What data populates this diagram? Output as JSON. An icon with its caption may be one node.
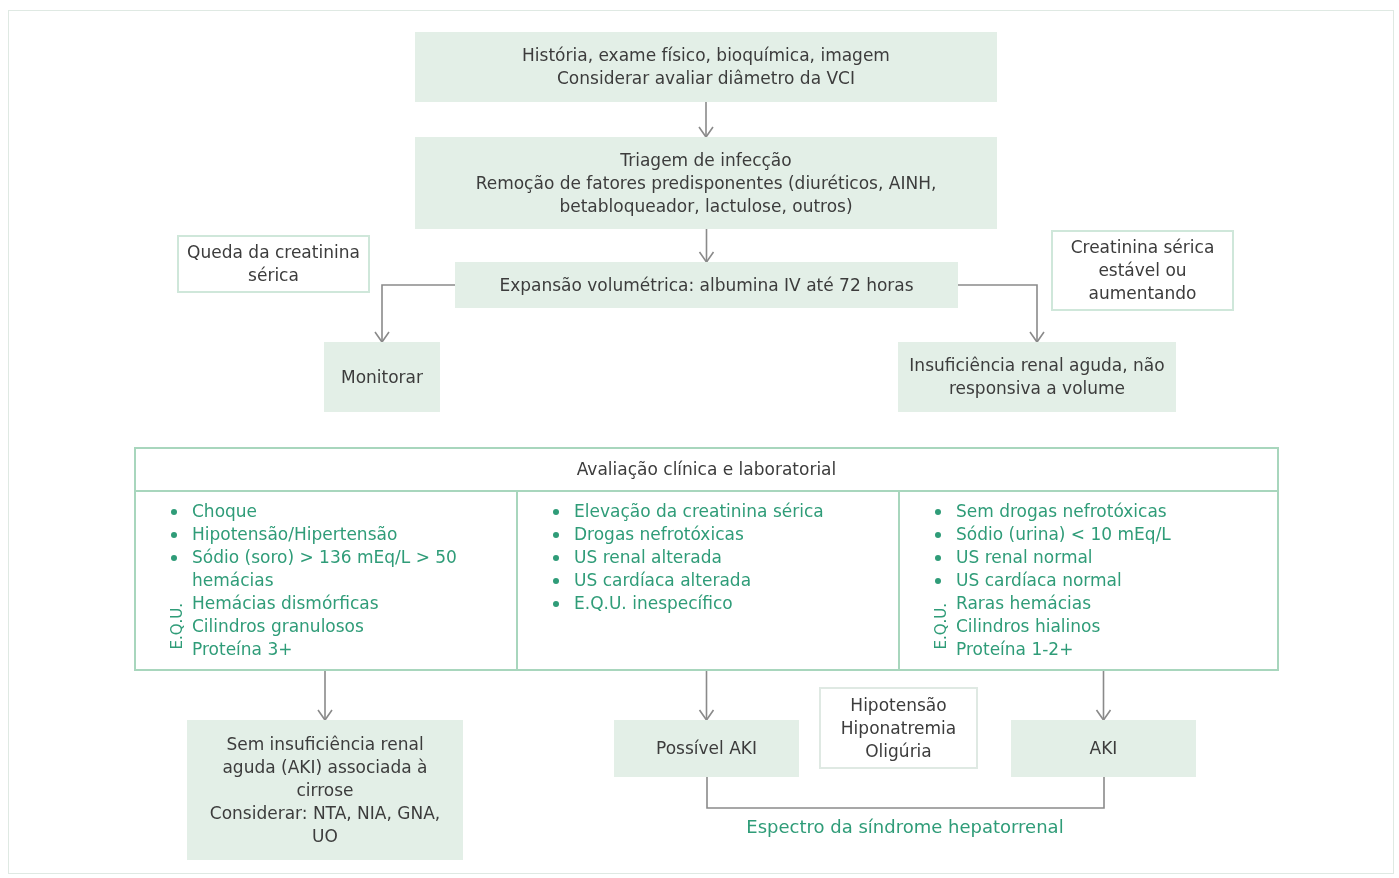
{
  "diagram": {
    "nodes": [
      {
        "text": [
          "História, exame físico, bioquímica, imagem",
          "Considerar avaliar diâmetro da VCI"
        ]
      },
      {
        "text": [
          "Triagem de infecção",
          "Remoção de fatores predisponentes (diuréticos, AINH, betabloqueador, lactulose, outros)"
        ]
      },
      {
        "text": [
          "Expansão volumétrica: albumina IV até 72 horas"
        ]
      },
      {
        "text": [
          "Monitorar"
        ]
      },
      {
        "text": [
          "Insuficiência renal aguda, não responsiva a volume"
        ]
      },
      {
        "text": [
          "Avaliação clínica e laboratorial"
        ]
      },
      {
        "text": [
          "Choque",
          "Hipotensão/Hipertensão",
          "Sódio (soro) > 136 mEq/L > 50 hemácias",
          "E.Q.U.",
          "Hemácias dismórficas",
          "Cilindros granulosos",
          "Proteína 3+"
        ],
        "in": 5
      },
      {
        "text": [
          "Elevação da creatinina sérica",
          "Drogas nefrotóxicas",
          "US renal alterada",
          "US cardíaca alterada",
          "E.Q.U. inespecífico"
        ],
        "in": 5
      },
      {
        "text": [
          "Sem drogas nefrotóxicas",
          "Sódio (urina) < 10 mEq/L",
          "US renal normal",
          "US cardíaca normal",
          "E.Q.U.",
          "Raras hemácias",
          "Cilindros hialinos",
          "Proteína 1-2+"
        ],
        "in": 5
      },
      {
        "text": [
          "Sem insuficiência renal aguda (AKI) associada à cirrose",
          "Considerar: NTA, NIA, GNA, UO"
        ]
      },
      {
        "text": [
          "Possível AKI"
        ]
      },
      {
        "text": [
          "Hipotensão",
          "Hiponatremia",
          "Oligúria"
        ]
      },
      {
        "text": [
          "AKI"
        ]
      }
    ],
    "edges": [
      {
        "from": 0,
        "to": 1,
        "arrow": "to"
      },
      {
        "from": 1,
        "to": 2,
        "arrow": "to"
      },
      {
        "from": 2,
        "to": 3,
        "arrow": "to",
        "label": "Queda da creatinina sérica"
      },
      {
        "from": 2,
        "to": 4,
        "arrow": "to",
        "label": "Creatinina sérica estável ou aumentando"
      },
      {
        "from": 6,
        "to": 9,
        "arrow": "to"
      },
      {
        "from": 7,
        "to": 10,
        "arrow": "to"
      },
      {
        "from": 8,
        "to": 12,
        "arrow": "to"
      }
    ],
    "labels": [
      "Espectro da síndrome hepatorrenal"
    ]
  }
}
